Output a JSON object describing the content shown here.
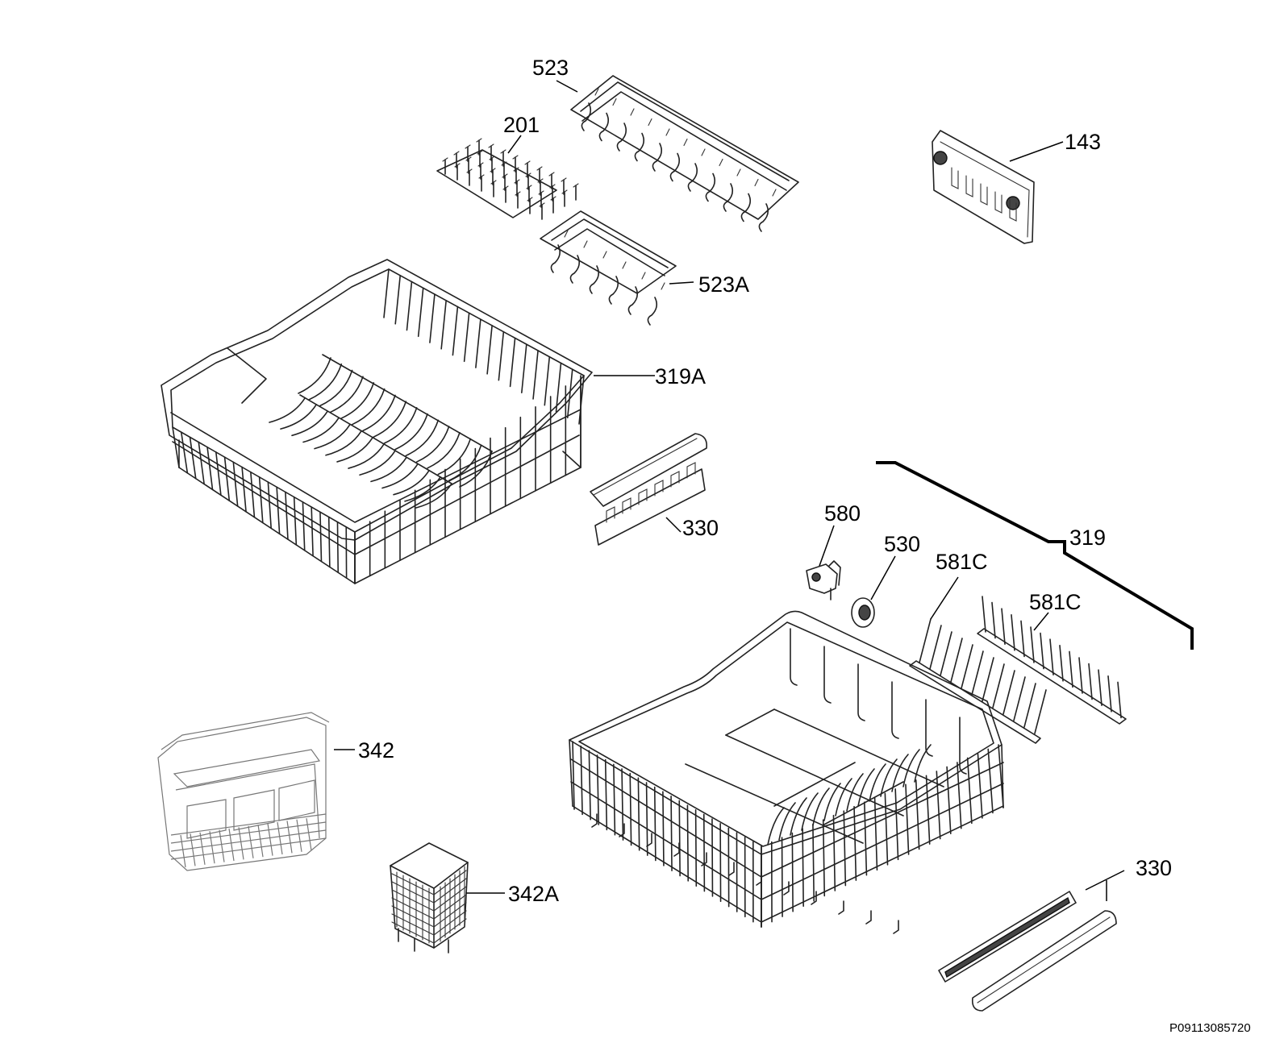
{
  "labels": {
    "l523": "523",
    "l201": "201",
    "l143": "143",
    "l523a": "523A",
    "l319a": "319A",
    "l330_upper": "330",
    "l580": "580",
    "l530": "530",
    "l581c_left": "581C",
    "l581c_right": "581C",
    "l319": "319",
    "l342": "342",
    "l342a": "342A",
    "l330_lower": "330"
  },
  "drawing_code": "P09113085720"
}
